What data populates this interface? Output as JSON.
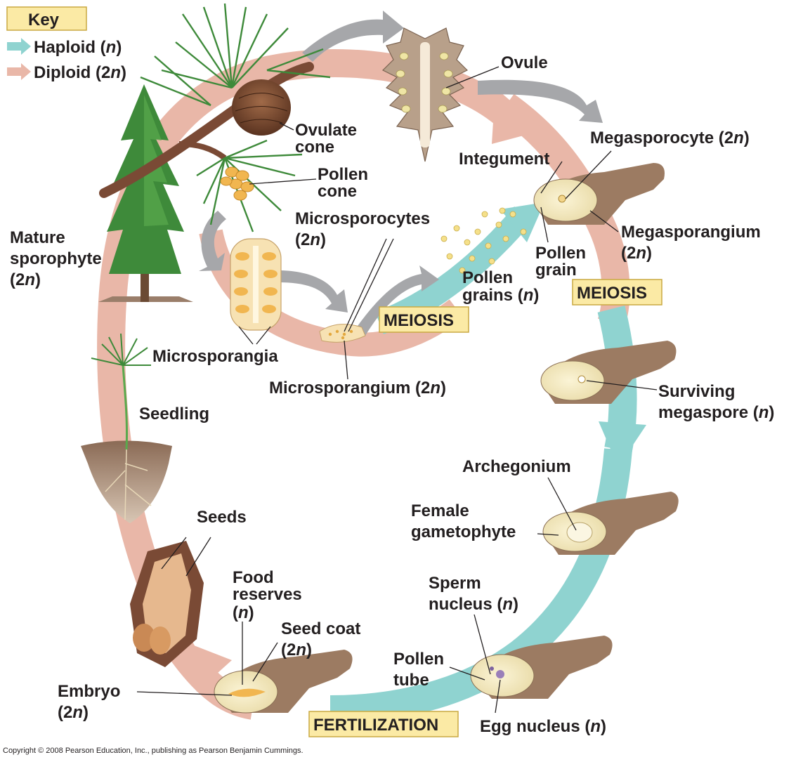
{
  "key": {
    "title": "Key",
    "haploid": "Haploid (",
    "diploid": "Diploid (2",
    "colors": {
      "haploid": "#8fd3d0",
      "diploid": "#e9b7a8"
    }
  },
  "stages": {
    "meiosis": "MEIOSIS",
    "fertilization": "FERTILIZATION"
  },
  "labels": {
    "ovule": "Ovule",
    "ovulate_cone": [
      "Ovulate",
      "cone"
    ],
    "pollen_cone": [
      "Pollen",
      "cone"
    ],
    "megasporocyte": "Megasporocyte (2",
    "integument": "Integument",
    "microsporocytes": [
      "Microsporocytes",
      "(2"
    ],
    "megasporangium": [
      "Megasporangium",
      "(2"
    ],
    "pollen_grain": [
      "Pollen",
      "grain"
    ],
    "pollen_grains": [
      "Pollen",
      "grains ("
    ],
    "mature_sporophyte": [
      "Mature",
      "sporophyte",
      "(2"
    ],
    "microsporangia": "Microsporangia",
    "microsporangium": "Microsporangium (2",
    "surviving_megaspore": [
      "Surviving",
      "megaspore ("
    ],
    "seedling": "Seedling",
    "archegonium": "Archegonium",
    "female_gametophyte": [
      "Female",
      "gametophyte"
    ],
    "seeds": "Seeds",
    "food_reserves": [
      "Food",
      "reserves",
      "("
    ],
    "seed_coat": [
      "Seed coat",
      "(2"
    ],
    "sperm_nucleus": [
      "Sperm",
      "nucleus ("
    ],
    "pollen_tube": [
      "Pollen",
      "tube"
    ],
    "embryo": [
      "Embryo",
      "(2"
    ],
    "egg_nucleus": "Egg nucleus (",
    "n": "n",
    "close": ")"
  },
  "copyright": "Copyright © 2008 Pearson Education, Inc., publishing as Pearson Benjamin Cummings."
}
